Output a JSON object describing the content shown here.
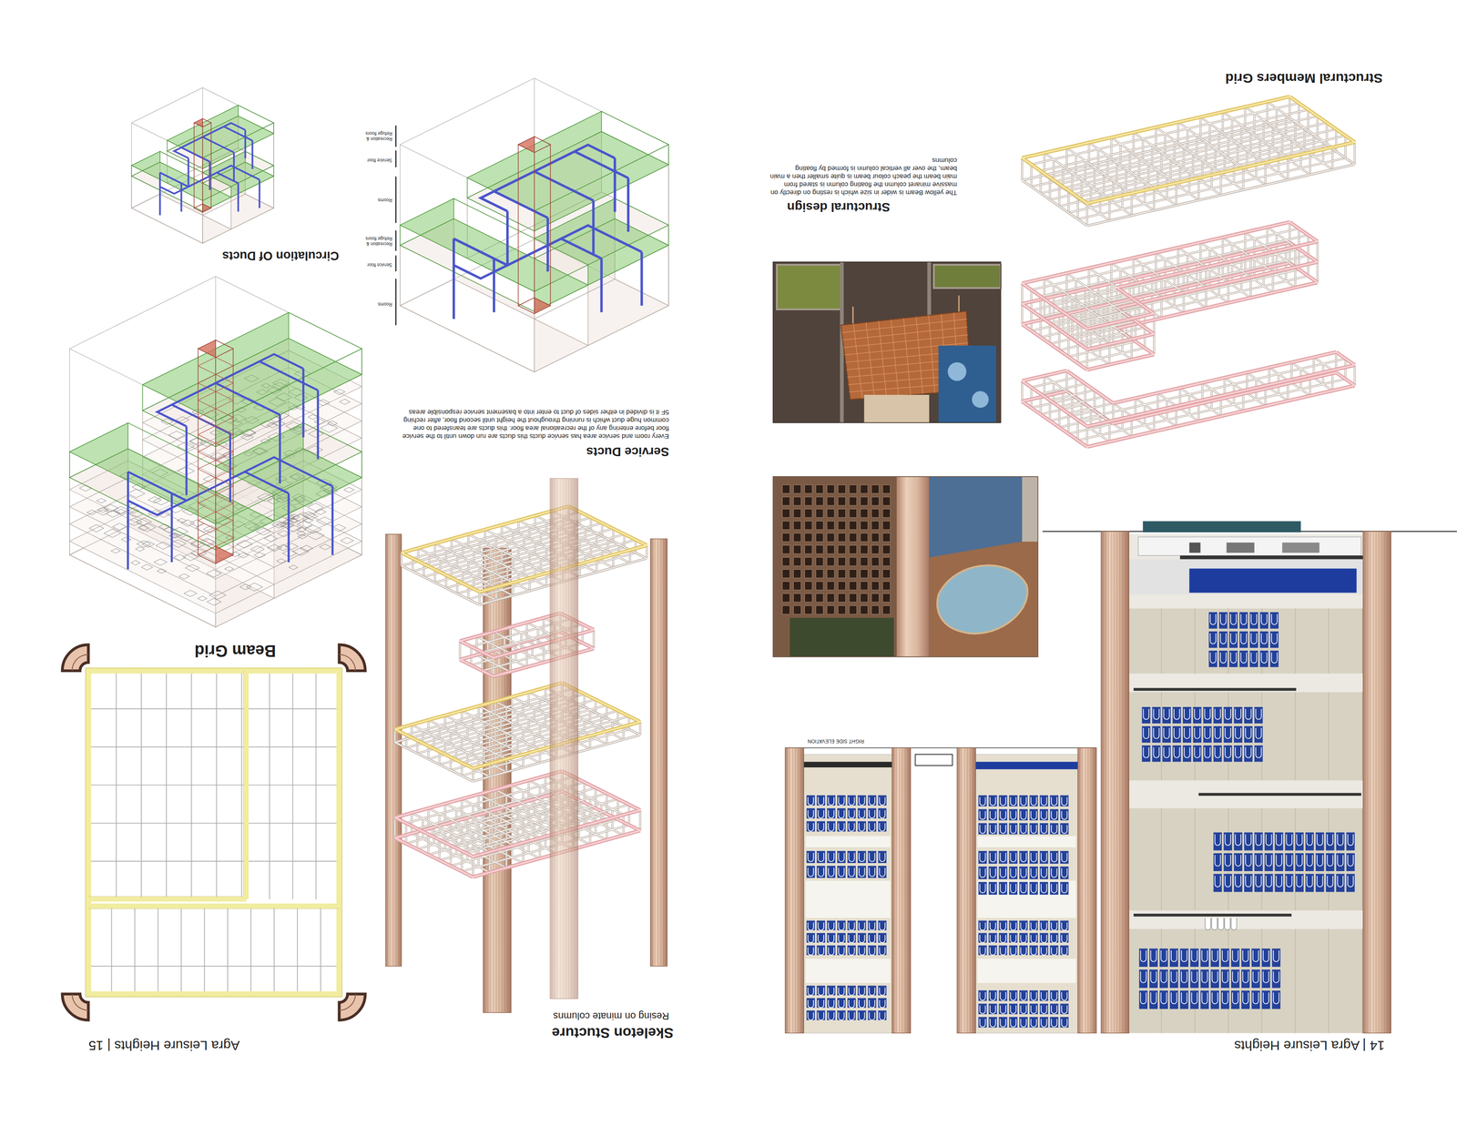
{
  "diagram": {
    "nodes": [
      {
        "text": [
          "Skeleton Stucture",
          "Resing on minate columns"
        ]
      },
      {
        "text": [
          "Beam Grid"
        ]
      },
      {
        "text": [
          "Structural Members Grid"
        ]
      },
      {
        "text": [
          "Circulation Of Ducts"
        ]
      },
      {
        "text": [
          "RIGHT SIDE ELEVATION"
        ]
      },
      {
        "text": [
          "Service Ducts",
          "Every room and service area has service ducts this ducts are run down until to the service floor before entering any of the recreational area floor. this ducts are teansfered to one common huge duct which is running throughout the height until second floor, after reching 5F it is divided in either sides of duct to enter into a basement service responsible areas"
        ]
      }
    ],
    "labels": [
      "14 | Agra Leisure Heights",
      "Agra Leisure Heights | 15",
      "Structural design",
      "The yellow Beam is wider in size which is resting on directly on massive minaret column the floating column is stared from main beam the peach colour beam is quite smaller then a main beam, the over all vertical column is formed by floating columns",
      "Rooms",
      "Service floor",
      "Recreation & Refuge floors",
      "Rooms",
      "Service floor",
      "Recreation & Refuge floors"
    ]
  }
}
